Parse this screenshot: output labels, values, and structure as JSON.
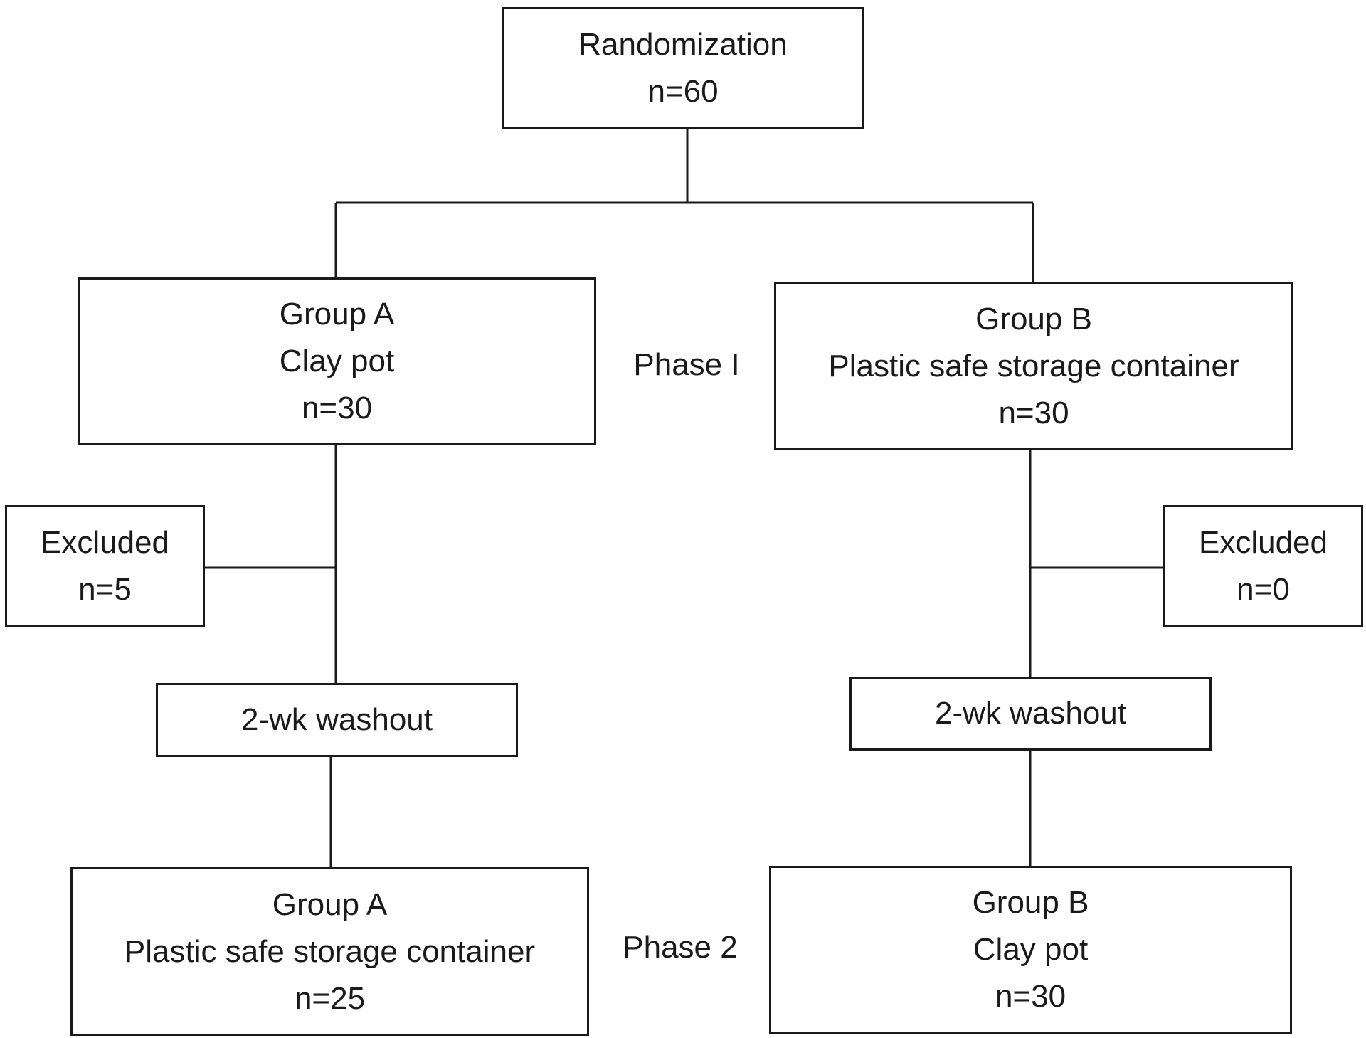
{
  "randomization": {
    "title": "Randomization",
    "n": "n=60"
  },
  "phase1": {
    "label": "Phase I",
    "group_a": {
      "name": "Group A",
      "storage": "Clay pot",
      "n": "n=30"
    },
    "group_b": {
      "name": "Group B",
      "storage": "Plastic safe storage container",
      "n": "n=30"
    }
  },
  "exclusions": {
    "group_a": {
      "label": "Excluded",
      "n": "n=5"
    },
    "group_b": {
      "label": "Excluded",
      "n": "n=0"
    }
  },
  "washout": {
    "group_a": "2-wk washout",
    "group_b": "2-wk washout"
  },
  "phase2": {
    "label": "Phase 2",
    "group_a": {
      "name": "Group A",
      "storage": "Plastic safe storage container",
      "n": "n=25"
    },
    "group_b": {
      "name": "Group B",
      "storage": "Clay pot",
      "n": "n=30"
    }
  }
}
